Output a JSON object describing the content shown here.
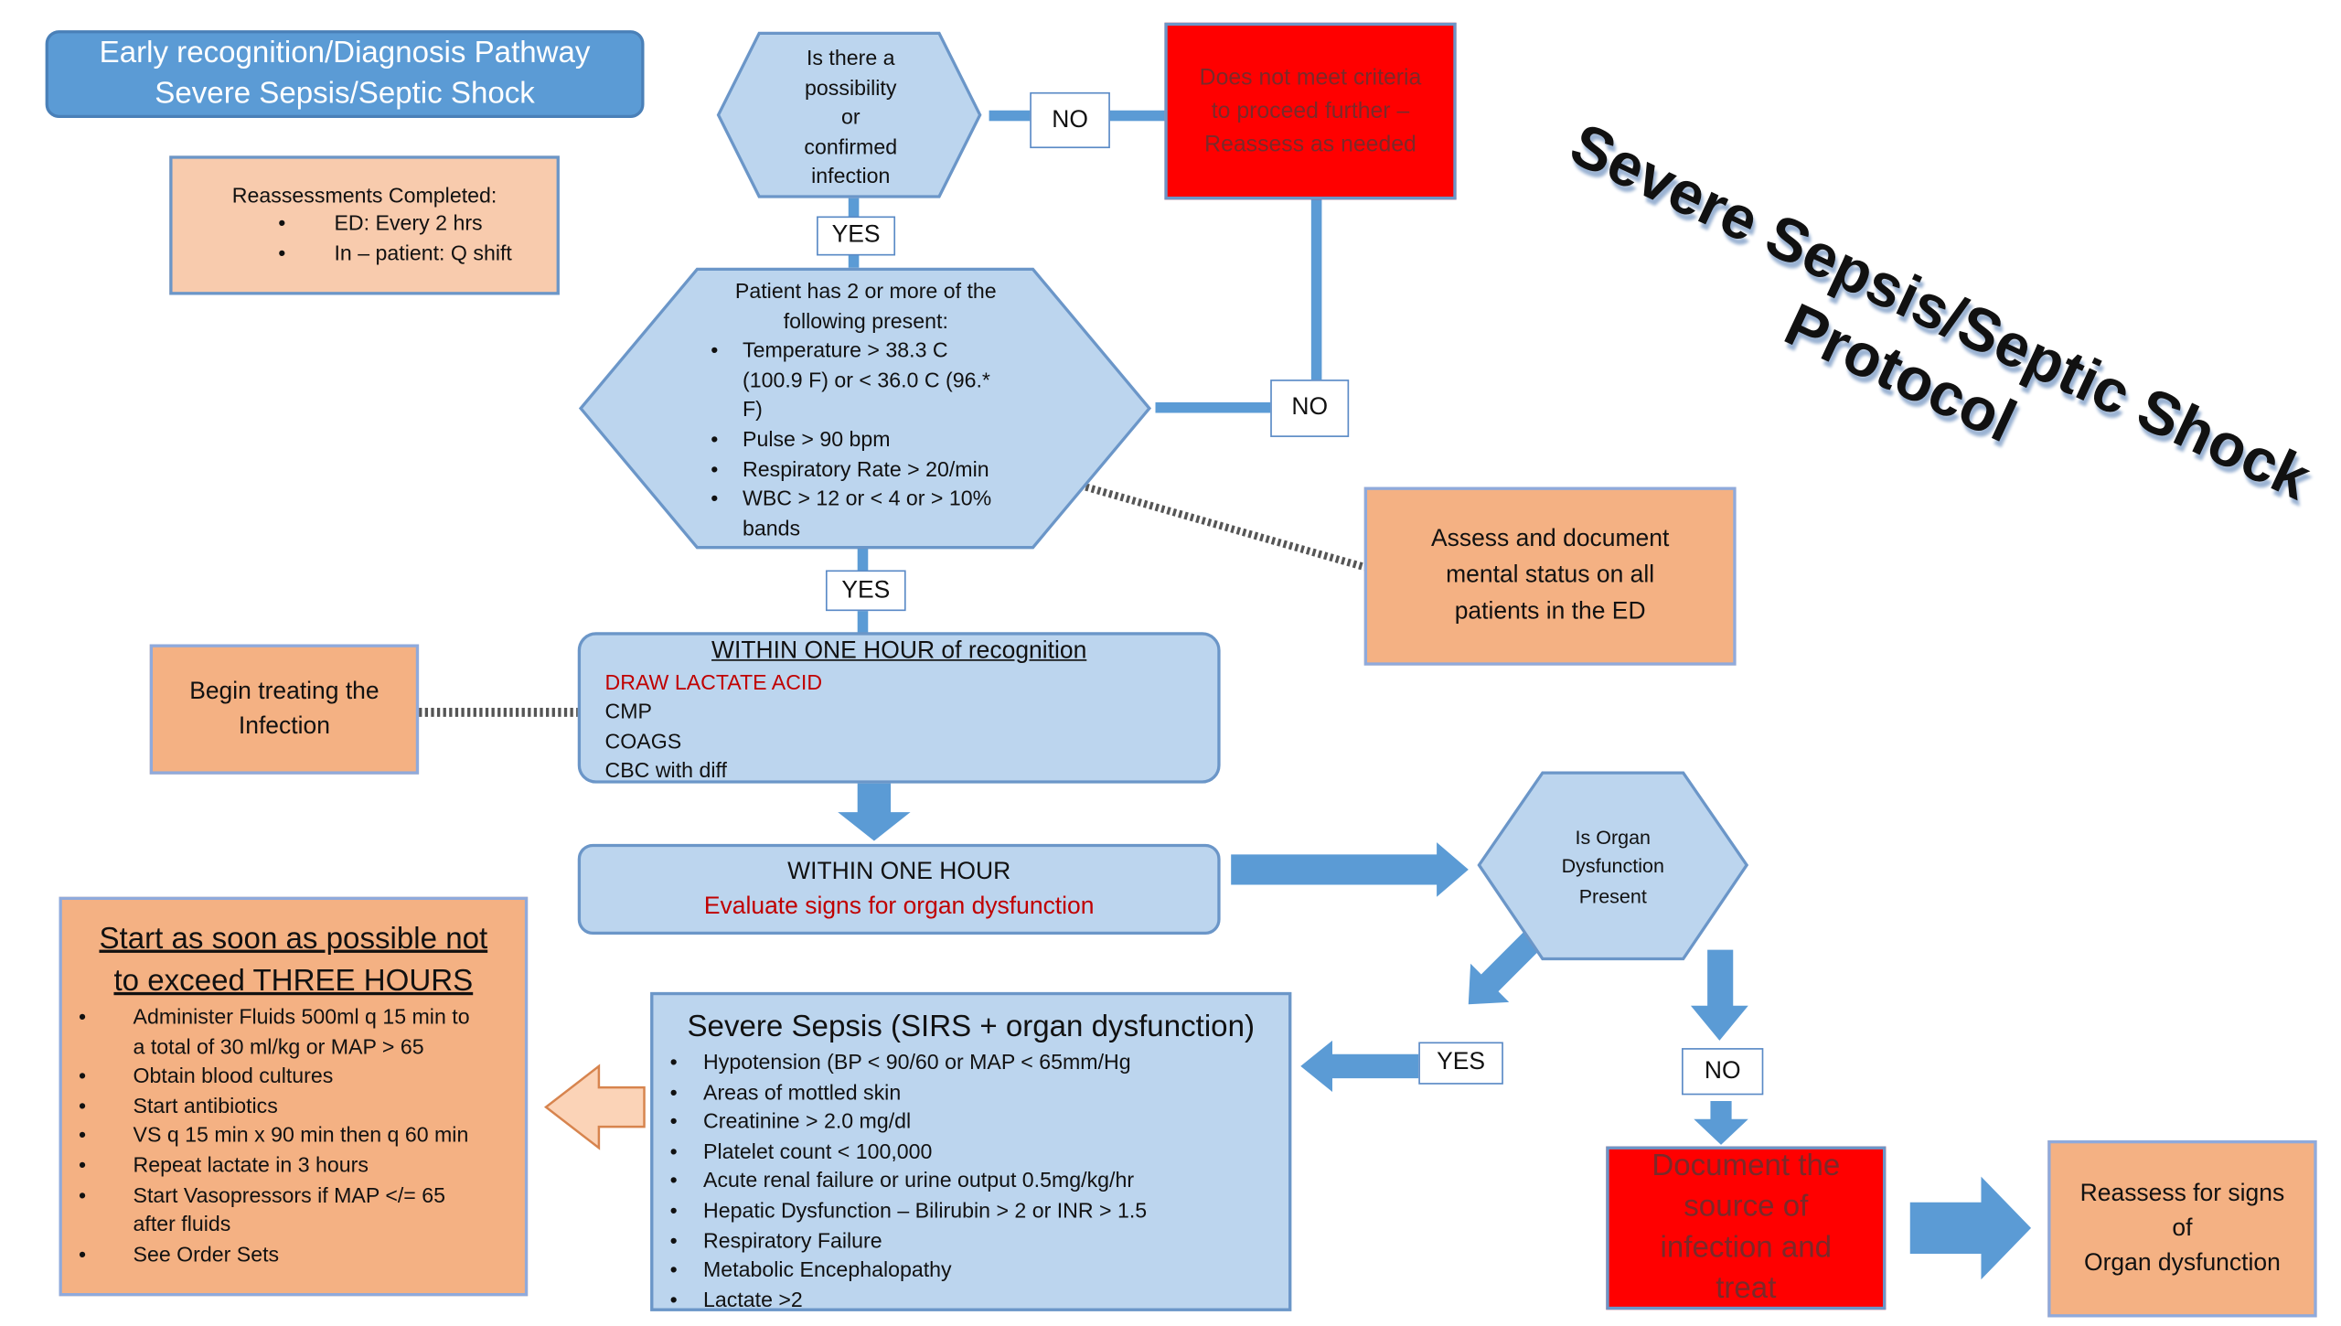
{
  "header": {
    "line1": "Early recognition/Diagnosis Pathway",
    "line2": "Severe Sepsis/Septic Shock"
  },
  "protocol_title": {
    "line1": "Severe Sepsis/Septic Shock",
    "line2": "Protocol"
  },
  "reassessments": {
    "title": "Reassessments Completed:",
    "items": [
      "ED: Every 2 hrs",
      "In – patient: Q shift"
    ]
  },
  "infection_question": {
    "lines": [
      "Is there a",
      "possibility",
      "or",
      "confirmed",
      "infection"
    ]
  },
  "not_meet_criteria": {
    "lines": [
      "Does not meet criteria",
      "to proceed further –",
      "Reassess as needed"
    ]
  },
  "labels": {
    "no_top": "NO",
    "yes_top": "YES",
    "no_mid": "NO",
    "yes_mid": "YES",
    "yes_organ": "YES",
    "no_organ": "NO"
  },
  "criteria": {
    "intro": [
      "Patient has 2 or more of the",
      "following present:"
    ],
    "items": [
      [
        "Temperature > 38.3 C",
        "(100.9 F) or < 36.0 C (96.*",
        "F)"
      ],
      [
        "Pulse > 90 bpm"
      ],
      [
        "Respiratory Rate > 20/min"
      ],
      [
        "WBC > 12 or < 4 or > 10%",
        "bands"
      ]
    ]
  },
  "mental_status": {
    "lines": [
      "Assess and document",
      "mental status on all",
      "patients in the ED"
    ]
  },
  "within_recognition": {
    "title": "WITHIN ONE HOUR of recognition",
    "items": [
      "DRAW LACTATE ACID",
      "CMP",
      "COAGS",
      "CBC with diff"
    ]
  },
  "begin_treating": {
    "lines": [
      "Begin treating the",
      "Infection"
    ]
  },
  "within_one_hour": {
    "title": "WITHIN ONE HOUR",
    "subtitle": "Evaluate signs for organ dysfunction"
  },
  "organ_question": {
    "lines": [
      "Is Organ",
      "Dysfunction",
      "Present"
    ]
  },
  "three_hours": {
    "title_line1": "Start as soon as possible not",
    "title_line2": "to exceed THREE HOURS",
    "items": [
      [
        "Administer Fluids 500ml q 15 min to",
        "a total of 30 ml/kg or MAP > 65"
      ],
      [
        "Obtain blood cultures"
      ],
      [
        "Start antibiotics"
      ],
      [
        "VS q 15 min x 90 min then q 60 min"
      ],
      [
        "Repeat lactate in 3 hours"
      ],
      [
        "Start Vasopressors if MAP </= 65",
        "after fluids"
      ],
      [
        "See Order Sets"
      ]
    ]
  },
  "severe_sepsis": {
    "title": "Severe Sepsis (SIRS + organ dysfunction)",
    "items": [
      "Hypotension (BP < 90/60 or MAP < 65mm/Hg",
      "Areas of mottled skin",
      "Creatinine > 2.0 mg/dl",
      "Platelet count < 100,000",
      "Acute renal failure or urine output 0.5mg/kg/hr",
      "Hepatic Dysfunction – Bilirubin > 2 or INR > 1.5",
      "Respiratory Failure",
      "Metabolic Encephalopathy",
      "Lactate >2"
    ]
  },
  "document_source": {
    "lines": [
      "Document the",
      "source of",
      "infection and",
      "treat"
    ]
  },
  "reassess_organ": {
    "lines": [
      "Reassess for signs",
      "of",
      "Organ dysfunction"
    ]
  },
  "colors": {
    "blue_fill": "#bcd5ee",
    "blue_dark": "#5b9bd5",
    "orange": "#f4b183",
    "red": "#ff0000",
    "accent_red_text": "#c00000",
    "border": "#6b96c8"
  }
}
